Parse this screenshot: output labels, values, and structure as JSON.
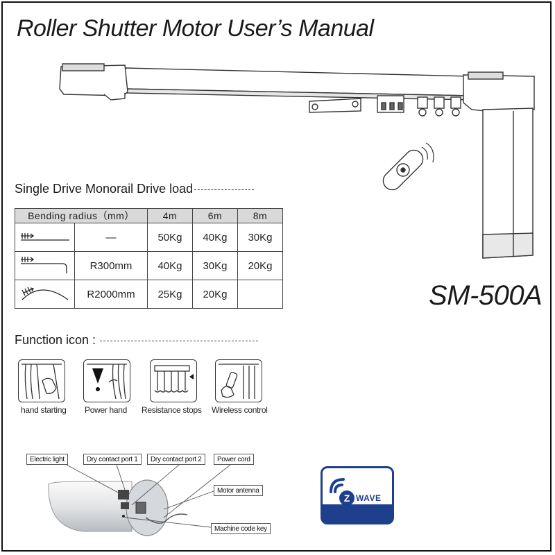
{
  "title": "Roller Shutter Motor User’s Manual",
  "model": "SM-500A",
  "load_section": {
    "heading": "Single Drive Monorail Drive load",
    "table": {
      "header": [
        "Bending radius（mm）",
        "4m",
        "6m",
        "8m"
      ],
      "rows": [
        {
          "track": "straight-track-icon",
          "radius": "—",
          "v4": "50Kg",
          "v6": "40Kg",
          "v8": "30Kg"
        },
        {
          "track": "bent-track-icon",
          "radius": "R300mm",
          "v4": "40Kg",
          "v6": "30Kg",
          "v8": "20Kg"
        },
        {
          "track": "curved-track-icon",
          "radius": "R2000mm",
          "v4": "25Kg",
          "v6": "20Kg",
          "v8": ""
        }
      ]
    }
  },
  "function_section": {
    "heading": "Function icon :",
    "icons": [
      {
        "icon": "hand-starting-icon",
        "label": "hand starting"
      },
      {
        "icon": "power-hand-icon",
        "label": "Power hand"
      },
      {
        "icon": "resistance-stops-icon",
        "label": "Resistance stops"
      },
      {
        "icon": "wireless-control-icon",
        "label": "Wireless control"
      }
    ]
  },
  "motor_callouts": {
    "electric_light": "Electric light",
    "dry_contact_1": "Dry contact  port 1",
    "dry_contact_2": "Dry contact  port 2",
    "power_cord": "Power cord",
    "motor_antenna": "Motor antenna",
    "machine_code_key": "Machine code key"
  },
  "badge": {
    "text": "WAVE",
    "letter": "Z",
    "color": "#1d3f8c"
  }
}
